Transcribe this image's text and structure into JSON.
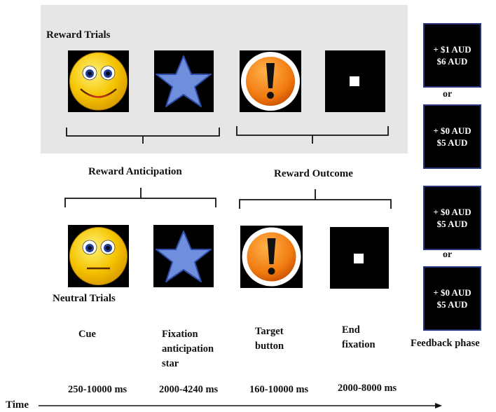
{
  "reward_trials": {
    "title": "Reward Trials"
  },
  "neutral_trials": {
    "title": "Neutral Trials"
  },
  "phases": {
    "anticipation": "Reward Anticipation",
    "outcome": "Reward Outcome"
  },
  "stages": {
    "cue": [
      "Cue"
    ],
    "fixation": [
      "Fixation",
      "anticipation",
      "star"
    ],
    "target": [
      "Target",
      "button"
    ],
    "end": [
      "End",
      "fixation"
    ]
  },
  "durations": {
    "cue": "250-10000 ms",
    "fixation": "2000-4240 ms",
    "target": "160-10000 ms",
    "end": "2000-8000 ms"
  },
  "feedback": {
    "reward": [
      {
        "line1": "+ $1 AUD",
        "line2": "$6 AUD"
      },
      {
        "line1": "+ $0 AUD",
        "line2": "$5 AUD"
      }
    ],
    "neutral": [
      {
        "line1": "+ $0 AUD",
        "line2": "$5 AUD"
      },
      {
        "line1": "+ $0 AUD",
        "line2": "$5 AUD"
      }
    ],
    "or_label": "or",
    "phase_label": "Feedback phase"
  },
  "timeline": {
    "label": "Time"
  },
  "colors": {
    "panel_gray": "#e6e6e6",
    "feedback_border": "#27357a",
    "smiley_yellow": "#f5c400",
    "star_blue": "#6f8fdc",
    "alert_orange": "#f07a10"
  },
  "icons": {
    "reward_cue": "smiling-face-icon",
    "neutral_cue": "neutral-face-icon",
    "anticipation": "blue-star-icon",
    "target": "exclamation-button-icon",
    "end": "fixation-square-icon"
  }
}
